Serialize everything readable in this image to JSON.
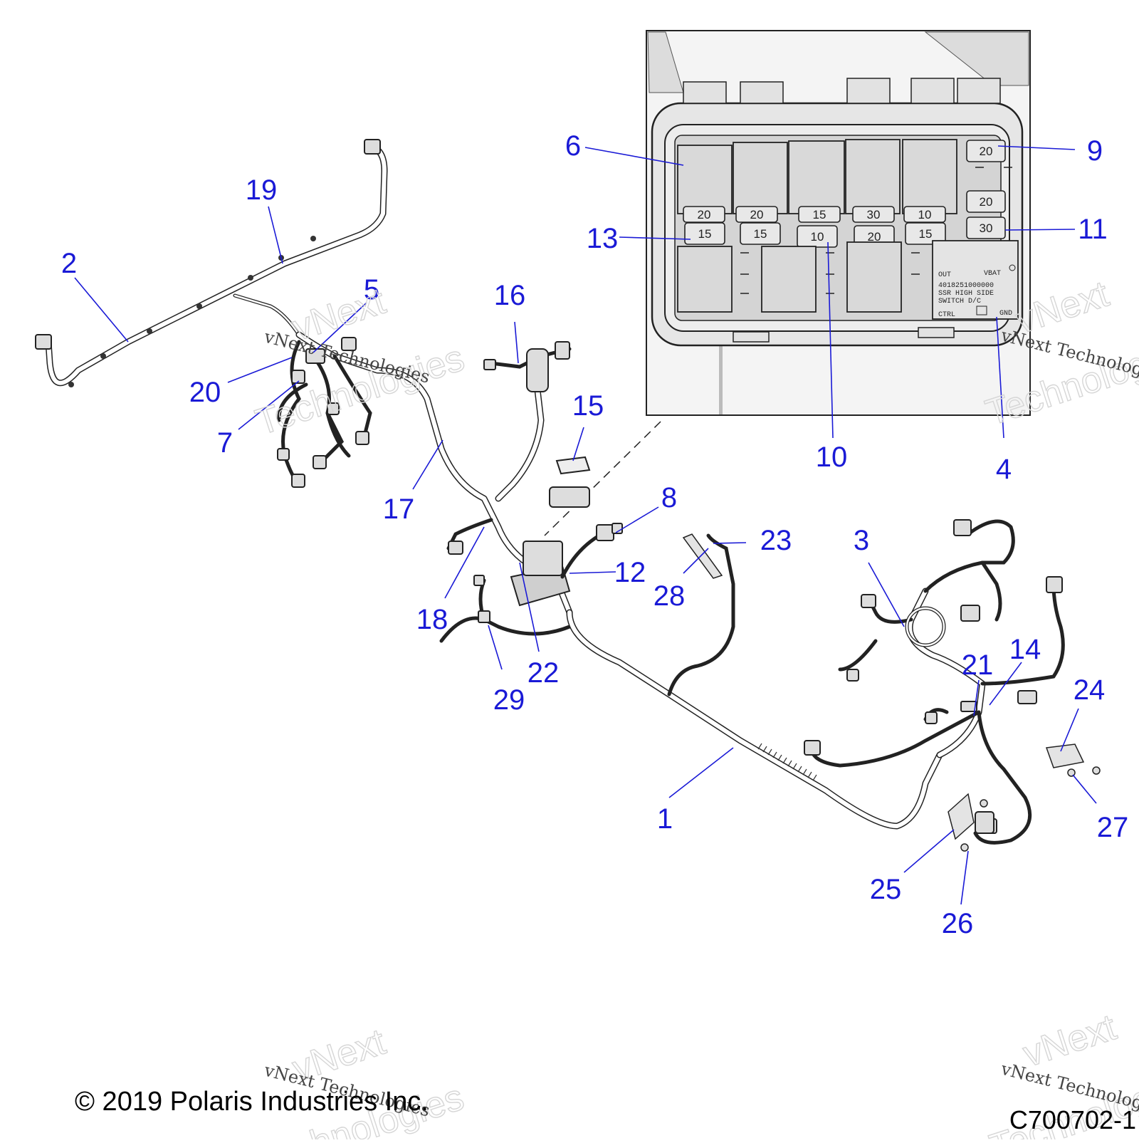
{
  "callouts": [
    {
      "label": "1"
    },
    {
      "label": "2"
    },
    {
      "label": "3"
    },
    {
      "label": "4"
    },
    {
      "label": "5"
    },
    {
      "label": "6"
    },
    {
      "label": "7"
    },
    {
      "label": "8"
    },
    {
      "label": "9"
    },
    {
      "label": "10"
    },
    {
      "label": "11"
    },
    {
      "label": "12"
    },
    {
      "label": "13"
    },
    {
      "label": "14"
    },
    {
      "label": "15"
    },
    {
      "label": "16"
    },
    {
      "label": "17"
    },
    {
      "label": "18"
    },
    {
      "label": "19"
    },
    {
      "label": "20"
    },
    {
      "label": "21"
    },
    {
      "label": "22"
    },
    {
      "label": "23"
    },
    {
      "label": "24"
    },
    {
      "label": "25"
    },
    {
      "label": "26"
    },
    {
      "label": "27"
    },
    {
      "label": "28"
    },
    {
      "label": "29"
    }
  ],
  "fuse_box": {
    "top_row_ratings": [
      "20",
      "20",
      "15",
      "30",
      "10"
    ],
    "mid_row_ratings": [
      "15",
      "15",
      "10",
      "20",
      "15"
    ],
    "right_column_ratings": [
      "20",
      "20",
      "30"
    ],
    "module_labels": {
      "out": "OUT",
      "vbat": "VBAT",
      "part_no": "4018251000000",
      "line1": "SSR  HIGH  SIDE",
      "line2": "SWITCH      D/C",
      "ctrl": "CTRL",
      "gnd": "GND"
    }
  },
  "watermark": {
    "line1": "vNext",
    "line2": "vNext Technologies",
    "line3": "Technologies"
  },
  "footer": {
    "copyright": "© 2019 Polaris Industries Inc.",
    "drawing_id": "C700702-1"
  }
}
